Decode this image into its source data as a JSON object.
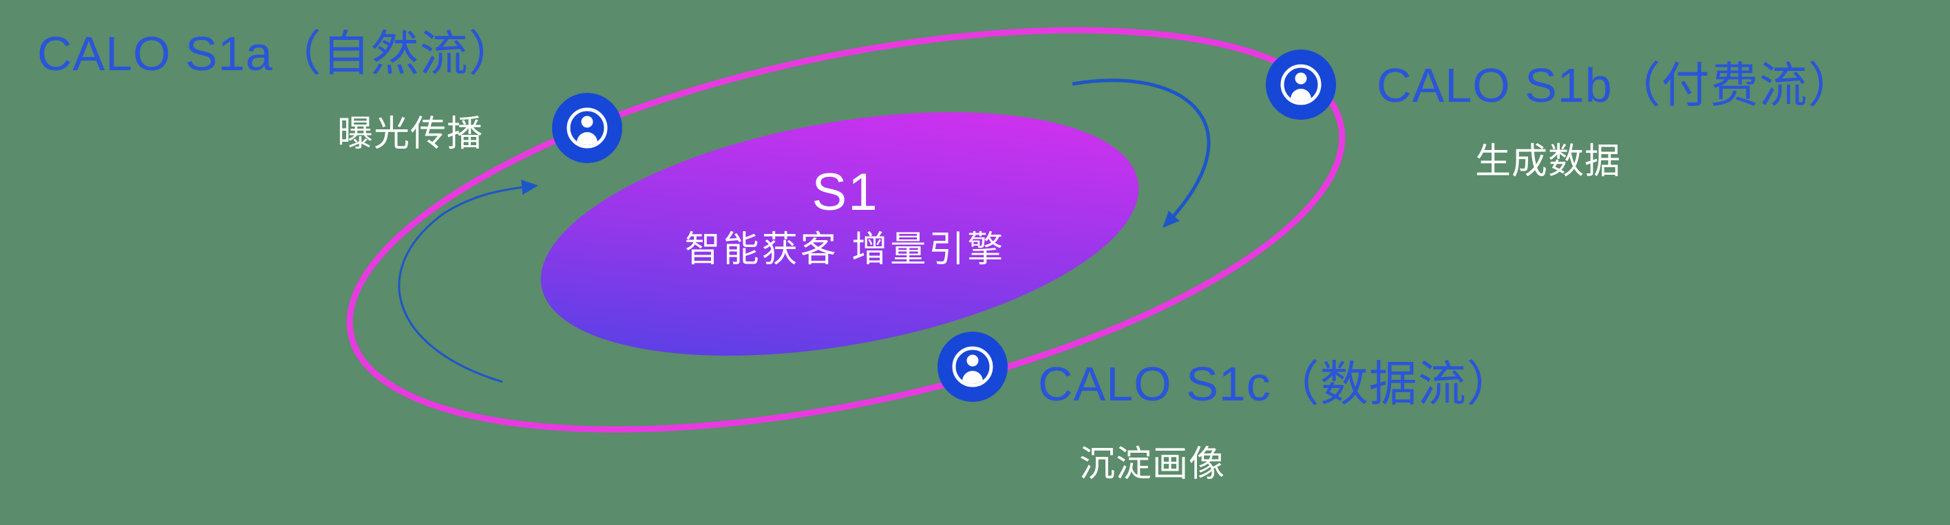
{
  "diagram": {
    "center": {
      "title": "S1",
      "subtitle": "智能获客  增量引擎"
    },
    "nodes": [
      {
        "id": "s1a",
        "icon": "user-badge-icon",
        "label": "CALO S1a（自然流）",
        "sublabel": "曝光传播"
      },
      {
        "id": "s1b",
        "icon": "user-badge-icon",
        "label": "CALO S1b（付费流）",
        "sublabel": "生成数据"
      },
      {
        "id": "s1c",
        "icon": "user-badge-icon",
        "label": "CALO S1c（数据流）",
        "sublabel": "沉淀画像"
      }
    ],
    "colors": {
      "background_green": "#5b8c6b",
      "orbit_pink": "#e93ae1",
      "node_blue": "#1747d6",
      "label_blue": "#2a55d9",
      "text_white": "#ffffff",
      "gradient_blue": "#4643e4",
      "gradient_magenta": "#d431ef",
      "arrow_blue": "#1d56c9"
    }
  }
}
